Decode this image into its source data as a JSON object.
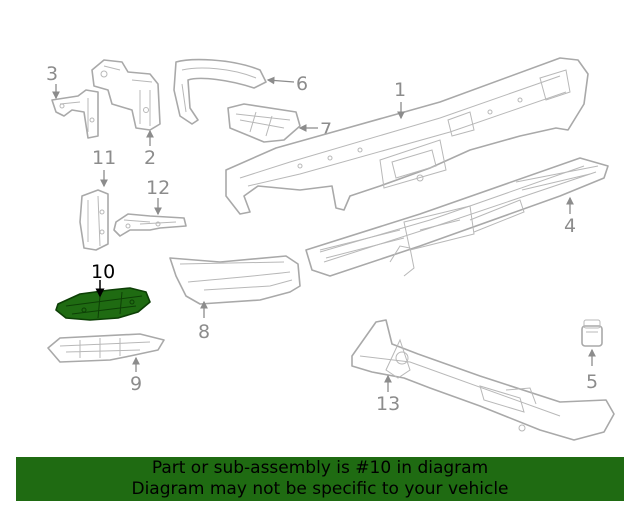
{
  "callouts": {
    "c1": "1",
    "c2": "2",
    "c3": "3",
    "c4": "4",
    "c5": "5",
    "c6": "6",
    "c7": "7",
    "c8": "8",
    "c9": "9",
    "c10": "10",
    "c11": "11",
    "c12": "12",
    "c13": "13"
  },
  "highlighted_part": "10",
  "colors": {
    "highlight": "#1f6b12",
    "line": "#a9a9a9",
    "label": "#8c8c8c"
  },
  "banner": {
    "line1": "Part or sub-assembly is #10 in diagram",
    "line2": "Diagram may not be specific to your vehicle"
  }
}
